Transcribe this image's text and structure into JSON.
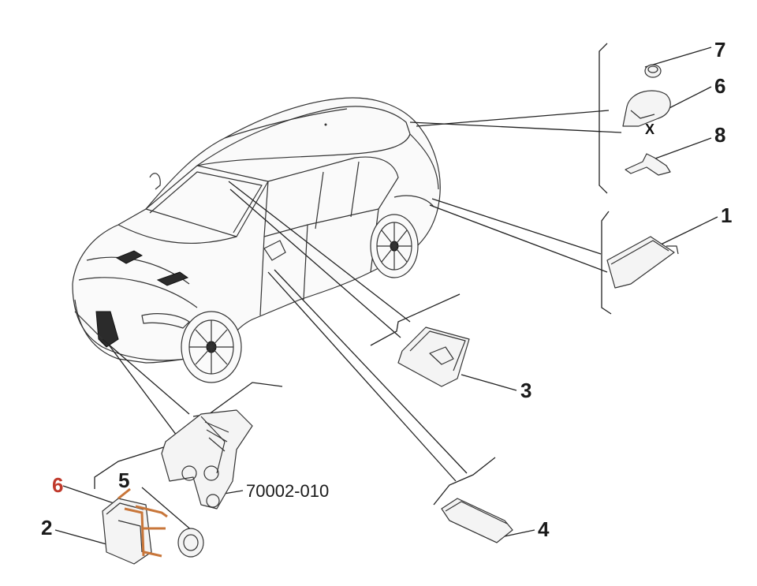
{
  "callouts": {
    "c7": "7",
    "c6_top": "6",
    "c8": "8",
    "c1": "1",
    "c3": "3",
    "c4": "4",
    "c5": "5",
    "c6_red": "6",
    "c2": "2",
    "part_number": "70002-010"
  },
  "colors": {
    "callout_red": "#c0392b",
    "bracket_orange": "#c8763a"
  }
}
